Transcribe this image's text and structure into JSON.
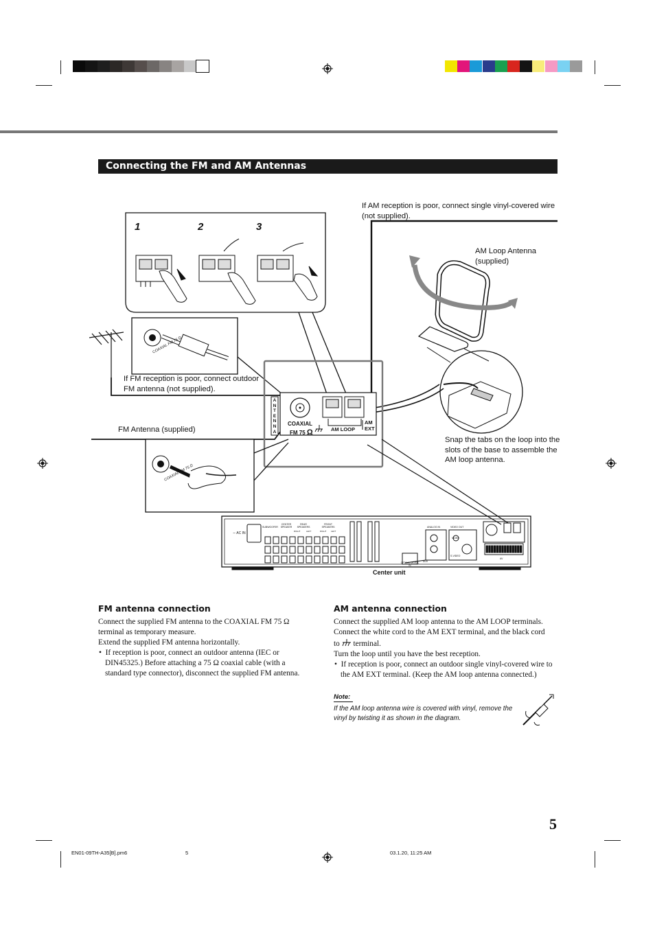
{
  "color_bars": {
    "grayscale": [
      "#0a0a0a",
      "#141414",
      "#1e1e1e",
      "#2c2826",
      "#3e3836",
      "#564e4c",
      "#6c6866",
      "#888482",
      "#a8a4a2",
      "#c8c8c8",
      "#ffffff"
    ],
    "process": [
      "#f2e600",
      "#e2157a",
      "#1a9ad8",
      "#2a3c8c",
      "#1aa050",
      "#d8261e",
      "#141414",
      "#f8ec7a",
      "#f59ac4",
      "#7ad2f2",
      "#9a9a9a"
    ]
  },
  "section": {
    "title": "Connecting the FM and AM Antennas"
  },
  "diagram": {
    "steps": [
      "1",
      "2",
      "3"
    ],
    "callout_am_poor": "If AM reception is poor, connect single vinyl-covered wire (not supplied).",
    "callout_am_loop": "AM Loop Antenna (supplied)",
    "callout_fm_poor": "If FM reception is poor, connect outdoor FM antenna (not supplied).",
    "callout_fm_supplied": "FM Antenna (supplied)",
    "callout_snap": "Snap the tabs on the loop into the slots of the base to assemble the AM loop antenna.",
    "panel_antenna_letters": [
      "A",
      "N",
      "T",
      "E",
      "N",
      "N",
      "A"
    ],
    "panel_coaxial": "COAXIAL",
    "panel_fm75": "FM 75",
    "panel_omega": "Ω",
    "panel_am_loop": "AM LOOP",
    "panel_am": "AM",
    "panel_ext": "EXT",
    "coaxial_plug_label": "COAXIAL FM 75 Ω",
    "center_unit_label": "Center unit",
    "rear_labels": {
      "ac_in": "∼ AC IN",
      "subwoofer": "SUBWOOFER",
      "center_speaker": "CENTER SPEAKER",
      "rear_speakers": "REAR SPEAKERS",
      "front_speakers": "FRONT SPEAKERS",
      "right": "RIGHT",
      "left": "LEFT",
      "analog_in": "ANALOG IN",
      "video_out": "VIDEO OUT",
      "video": "VIDEO",
      "s_video": "S-VIDEO",
      "optical_digital_in": "OPTICAL DIGITAL IN",
      "aux": "AUX",
      "av": "AV"
    }
  },
  "fm_section": {
    "heading": "FM antenna connection",
    "para1": "Connect the supplied FM antenna to the COAXIAL FM 75 Ω terminal as temporary measure.",
    "para2": "Extend the supplied FM antenna horizontally.",
    "bullet1": "If reception is poor, connect an outdoor antenna (IEC or DIN45325.) Before attaching a 75 Ω coaxial cable (with a standard type connector), disconnect the supplied FM antenna.",
    "bullet_symbol": "•"
  },
  "am_section": {
    "heading": "AM antenna connection",
    "para1": "Connect the supplied AM loop antenna to the AM LOOP terminals. Connect the white cord to the AM EXT terminal, and the black cord",
    "para1_to": "to",
    "para1_end": "terminal.",
    "para2": "Turn the loop until you have the best reception.",
    "bullet1": "If reception is poor, connect an outdoor single vinyl-covered wire to the AM EXT terminal. (Keep the AM loop antenna connected.)",
    "bullet_symbol": "•",
    "note_label": "Note:",
    "note_text": "If the AM loop antenna wire is covered with vinyl, remove the vinyl by twisting it as shown in the diagram."
  },
  "page_number": "5",
  "footer": {
    "file": "EN01-09TH-A35[B].pm6",
    "page": "5",
    "timestamp": "03.1.20, 11:25 AM"
  }
}
